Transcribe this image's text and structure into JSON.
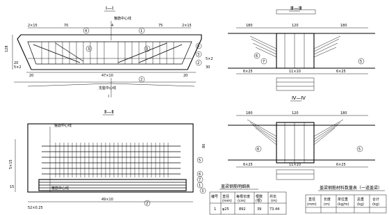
{
  "section1": {
    "title": "Ⅰ—Ⅰ",
    "top_dims": [
      "2×15",
      "70",
      "4",
      "75",
      "2×15"
    ],
    "callouts": [
      "1",
      "2",
      "3",
      "4",
      "5"
    ],
    "note_top": "箍筋中心线",
    "left_dims": [
      "128",
      "20",
      "5×2"
    ],
    "right_dims": [
      "5×2",
      "30"
    ],
    "bottom_dims": [
      "20",
      "47×10",
      "20"
    ],
    "bottom_label": "支座中心线",
    "section_mark": "I"
  },
  "section2": {
    "title": "Ⅱ—Ⅱ",
    "label_top": "箍筋中心线",
    "label_bottom": "箍筋中心线",
    "left_dims": [
      "5×15",
      "15"
    ],
    "right_dim": "80",
    "bottom_dims": [
      "49×10",
      "52×0.25"
    ],
    "callouts": [
      "5",
      "6",
      "7",
      "1",
      "2",
      "3"
    ]
  },
  "section3": {
    "title": "Ⅲ—Ⅲ",
    "top_dims": [
      "180",
      "120",
      "180"
    ],
    "bottom_dims": [
      "6×25",
      "11×10",
      "6×25"
    ],
    "callouts": [
      "6",
      "7",
      "5"
    ]
  },
  "section4": {
    "title": "Ⅳ—Ⅳ",
    "top_dims": [
      "180",
      "120",
      "180"
    ],
    "bottom_dims": [
      "6×25",
      "11×10",
      "6×25"
    ],
    "callouts": [
      "6",
      "5"
    ]
  },
  "table1": {
    "title": "盖梁钢筋明细表",
    "headers": [
      "编号",
      "直径",
      "每根长度",
      "根数",
      "共长"
    ],
    "units": [
      "",
      "(mm)",
      "(cm)",
      "(根)",
      "(m)"
    ],
    "row": [
      "1",
      "φ25",
      "892",
      "39",
      "73.44"
    ]
  },
  "table2": {
    "title": "盖梁钢筋材料数量表（一道盖梁）",
    "headers": [
      "直径",
      "长度",
      "单位重",
      "总重",
      "合计"
    ],
    "units": [
      "(mm)",
      "(m)",
      "(kg/m)",
      "(kg)",
      "(kg)"
    ]
  }
}
